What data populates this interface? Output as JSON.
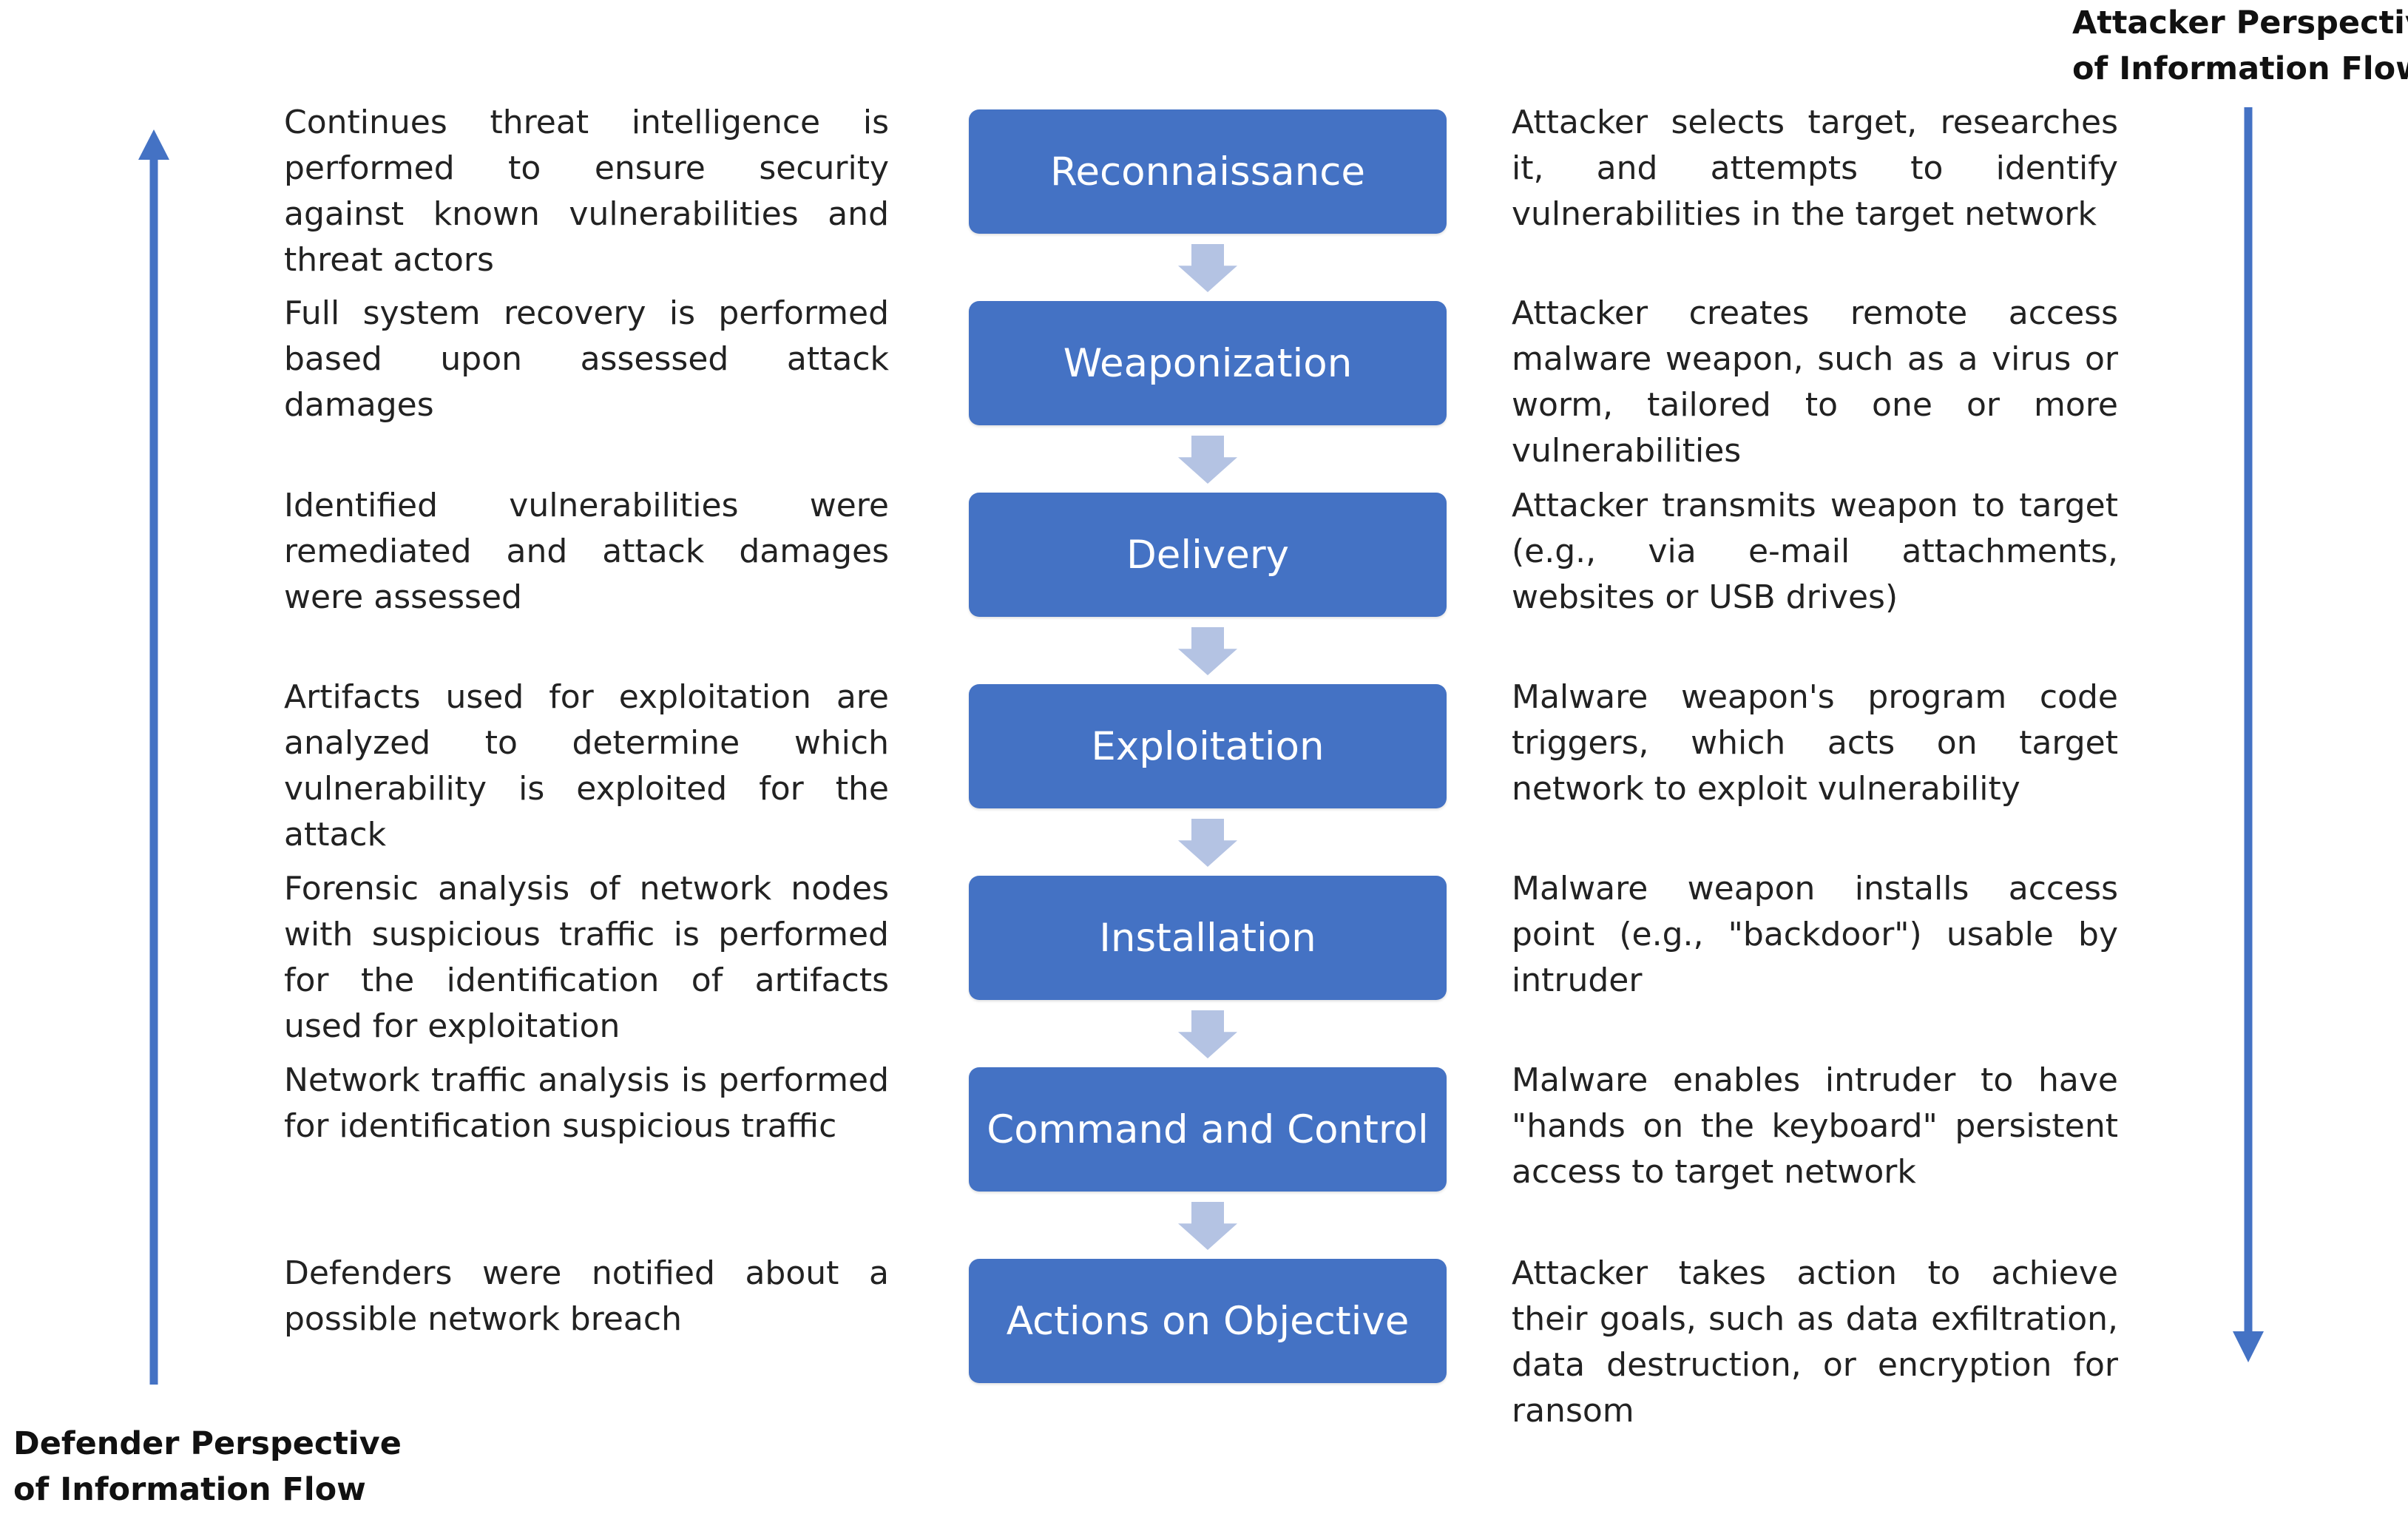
{
  "colors": {
    "box_fill": "#4472c4",
    "down_arrow_fill": "#b4c3e3",
    "flow_arrow": "#4472c4"
  },
  "attacker_label": {
    "line1": "Attacker Perspective",
    "line2": "of Information Flow"
  },
  "defender_label": {
    "line1": "Defender Perspective",
    "line2": "of Information Flow"
  },
  "stages": [
    {
      "name": "Reconnaissance",
      "defender": "Continues threat intelligence is performed to ensure security against known vulnerabilities and threat actors",
      "attacker": "Attacker selects target, researches it, and attempts to identify vulnerabilities in the target network"
    },
    {
      "name": "Weaponization",
      "defender": "Full system recovery is performed based upon assessed attack damages",
      "attacker": "Attacker creates remote access malware weapon, such as a virus or worm, tailored to one or more vulnerabilities"
    },
    {
      "name": "Delivery",
      "defender": "Identified vulnerabilities were remediated and attack damages were assessed",
      "attacker": "Attacker transmits weapon to target (e.g., via e-mail attachments, websites or USB drives)"
    },
    {
      "name": "Exploitation",
      "defender": "Artifacts used for exploitation are analyzed to determine which vulnerability is exploited for the attack",
      "attacker": "Malware weapon's program code triggers, which acts on target network to exploit vulnerability"
    },
    {
      "name": "Installation",
      "defender": "Forensic analysis of network nodes with suspicious traffic is performed for the identification of artifacts used for exploitation",
      "attacker": "Malware weapon installs access point (e.g., \"backdoor\") usable by intruder"
    },
    {
      "name": "Command and Control",
      "defender": "Network traffic analysis is performed for identification suspicious traffic",
      "attacker": "Malware enables intruder to have \"hands on the keyboard\" persistent access to target network"
    },
    {
      "name": "Actions on Objective",
      "defender": "Defenders were notified about a possible network breach",
      "attacker": "Attacker takes action to achieve their goals, such as data exfiltration, data destruction, or encryption for ransom"
    }
  ]
}
